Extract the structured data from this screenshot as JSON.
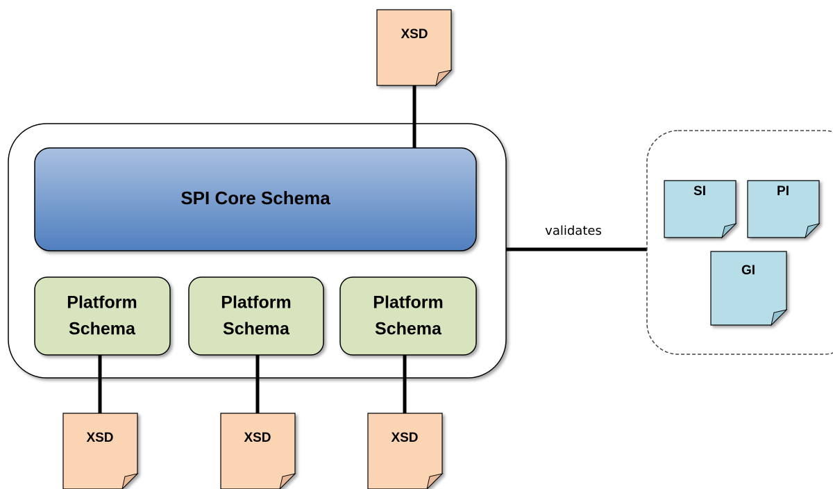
{
  "core": {
    "label": "SPI Core Schema"
  },
  "platforms": [
    {
      "line1": "Platform",
      "line2": "Schema"
    },
    {
      "line1": "Platform",
      "line2": "Schema"
    },
    {
      "line1": "Platform",
      "line2": "Schema"
    }
  ],
  "xsd": {
    "top": "XSD",
    "bottom": [
      "XSD",
      "XSD",
      "XSD"
    ]
  },
  "edge": {
    "label": "validates"
  },
  "instances": [
    {
      "label": "SI"
    },
    {
      "label": "PI"
    },
    {
      "label": "GI"
    }
  ],
  "colors": {
    "xsd_fill": "#fbd4b4",
    "instance_fill": "#b7dde8",
    "platform_fill": "#d7e4bd",
    "core_top": "#a9c0e0",
    "core_bottom": "#4f7fbf"
  }
}
